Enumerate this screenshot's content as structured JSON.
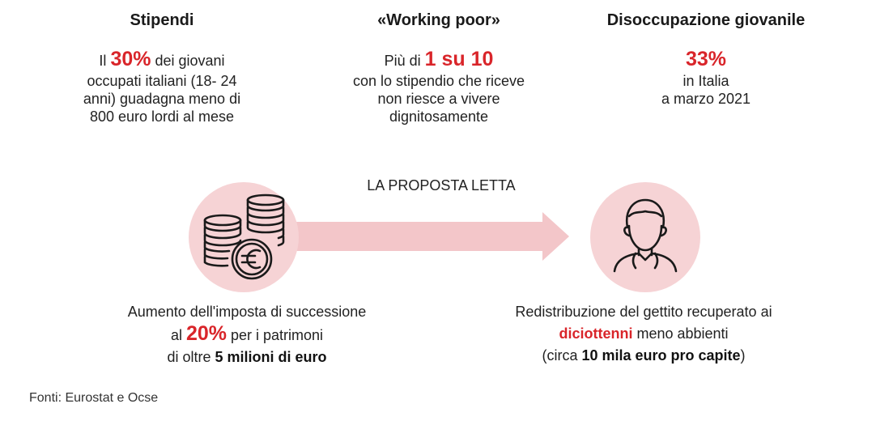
{
  "colors": {
    "accent_red": "#d9252a",
    "circle_pink": "#f6d3d5",
    "arrow_pink": "#f3c6c9",
    "text_dark": "#222222"
  },
  "stipendi": {
    "title": "Stipendi",
    "line1_prefix": "Il ",
    "highlight": "30%",
    "line1_suffix": " dei giovani",
    "line2": "occupati italiani (18- 24",
    "line3": "anni) guadagna meno di",
    "line4": "800 euro lordi al mese"
  },
  "working_poor": {
    "title": "«Working poor»",
    "line1_prefix": "Più di ",
    "highlight": "1 su 10",
    "line2": "con lo stipendio che riceve",
    "line3": "non riesce a vivere",
    "line4": "dignitosamente"
  },
  "disoccupazione": {
    "title": "Disoccupazione giovanile",
    "highlight": "33%",
    "line2": "in Italia",
    "line3": "a marzo 2021"
  },
  "proposta": {
    "label": "LA PROPOSTA LETTA",
    "left_icon": "euro-coins-icon",
    "right_icon": "young-person-icon",
    "left_line1": "Aumento dell'imposta di successione",
    "left_line2_prefix": "al ",
    "left_highlight": "20%",
    "left_line2_suffix": " per i patrimoni",
    "left_line3_prefix": "di oltre ",
    "left_bold": "5 milioni di euro",
    "right_line1": "Redistribuzione del gettito recuperato ai",
    "right_highlight": "diciottenni",
    "right_line2_suffix": " meno abbienti",
    "right_line3_prefix": "(circa ",
    "right_bold": "10 mila euro pro capite",
    "right_line3_suffix": ")"
  },
  "source": "Fonti: Eurostat e Ocse"
}
